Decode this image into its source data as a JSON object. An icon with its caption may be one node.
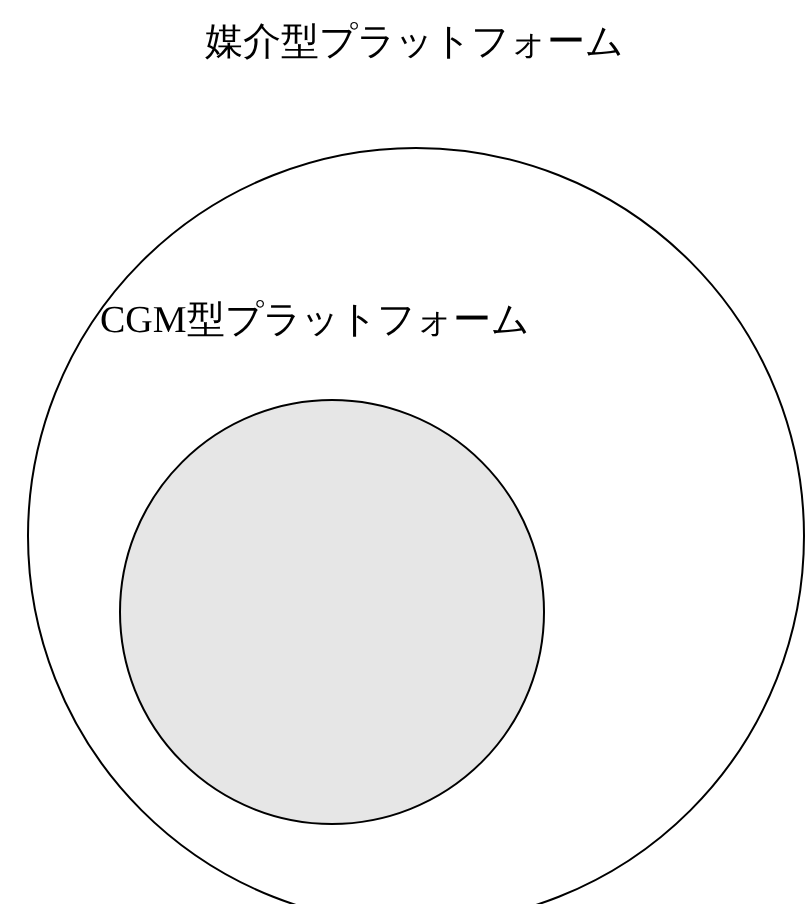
{
  "diagram": {
    "nodes": [
      {
        "text": [
          "媒介型プラットフォーム"
        ]
      },
      {
        "text": [
          "CGM型プラットフォーム"
        ],
        "in": 0
      }
    ]
  }
}
